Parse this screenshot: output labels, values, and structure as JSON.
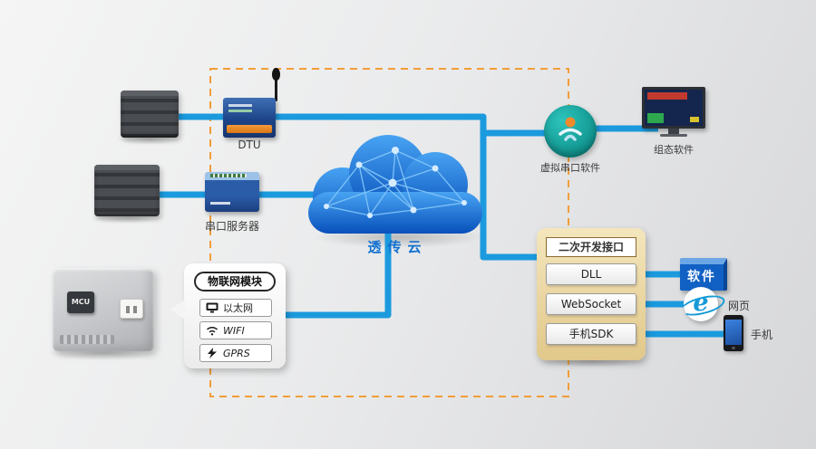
{
  "labels": {
    "dtu": "DTU",
    "serial_server": "串口服务器",
    "cloud": "透传云",
    "virtual_serial": "虚拟串口软件",
    "scada": "组态软件",
    "mcu": "MCU",
    "software": "软件",
    "web": "网页",
    "phone": "手机"
  },
  "dev_panel": {
    "title": "二次开发接口",
    "buttons": [
      "DLL",
      "WebSocket",
      "手机SDK"
    ]
  },
  "iot_module": {
    "title": "物联网模块",
    "items": [
      {
        "icon": "ethernet-icon",
        "label": "以太网"
      },
      {
        "icon": "wifi-icon",
        "label": "WIFI"
      },
      {
        "icon": "gprs-lightning-icon",
        "label": "GPRS"
      }
    ]
  },
  "icons": {
    "web_glyph": "e"
  },
  "colors": {
    "connector_blue": "#1b9ade",
    "dashed_orange": "#f29d38",
    "cloud_blue_top": "#48a3f2",
    "cloud_blue_bottom": "#0850bb",
    "panel_tan": "#ecd7a0",
    "teal_badge": "#14a6a0",
    "software_blue": "#1160c4"
  }
}
